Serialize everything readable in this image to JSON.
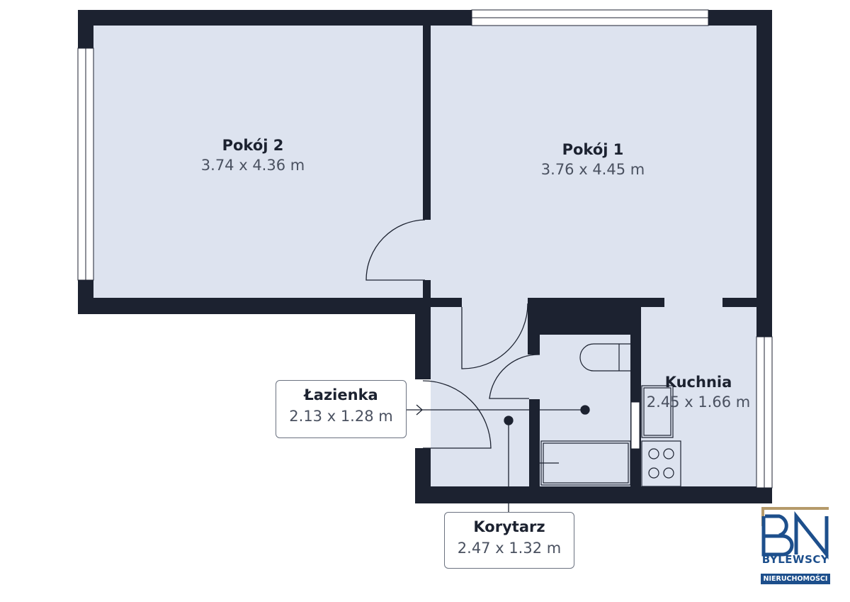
{
  "rooms": [
    {
      "name": "Pokój 2",
      "dimensions": "3.74 x 4.36 m"
    },
    {
      "name": "Pokój 1",
      "dimensions": "3.76 x 4.45 m"
    },
    {
      "name": "Kuchnia",
      "dimensions": "2.45 x 1.66 m"
    },
    {
      "name": "Łazienka",
      "dimensions": "2.13 x 1.28 m"
    },
    {
      "name": "Korytarz",
      "dimensions": "2.47 x 1.32 m"
    }
  ],
  "logo": {
    "monogram": "BN",
    "brand": "BYLEWSCY",
    "subtitle": "NIERUCHOMOŚCI"
  },
  "colors": {
    "wall": "#1c2230",
    "floor": "#dde3ef",
    "window": "#ffffff",
    "brand_blue": "#1d4f8c",
    "brand_gold": "#b59a6a"
  }
}
